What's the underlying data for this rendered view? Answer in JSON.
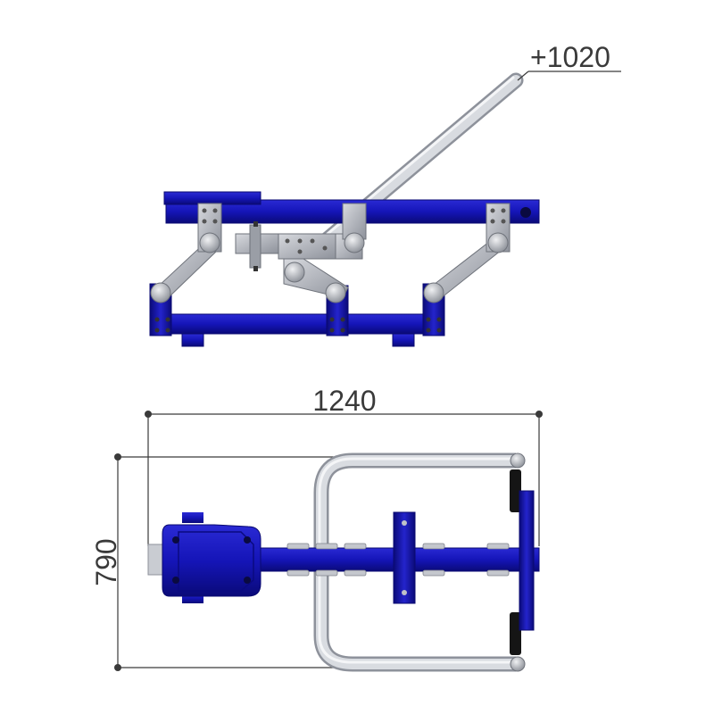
{
  "dimensions": {
    "height_extension": "+1020",
    "length": "1240",
    "width": "790"
  },
  "colors": {
    "frame_blue": "#1515b8",
    "frame_blue_dark": "#0a0a78",
    "bracket_grey": "#b9bcc4",
    "bracket_grey_dark": "#7d818a",
    "tube_silver": "#d4d7dc",
    "grip_black": "#151515",
    "dimension_line": "#3a3a3a"
  }
}
